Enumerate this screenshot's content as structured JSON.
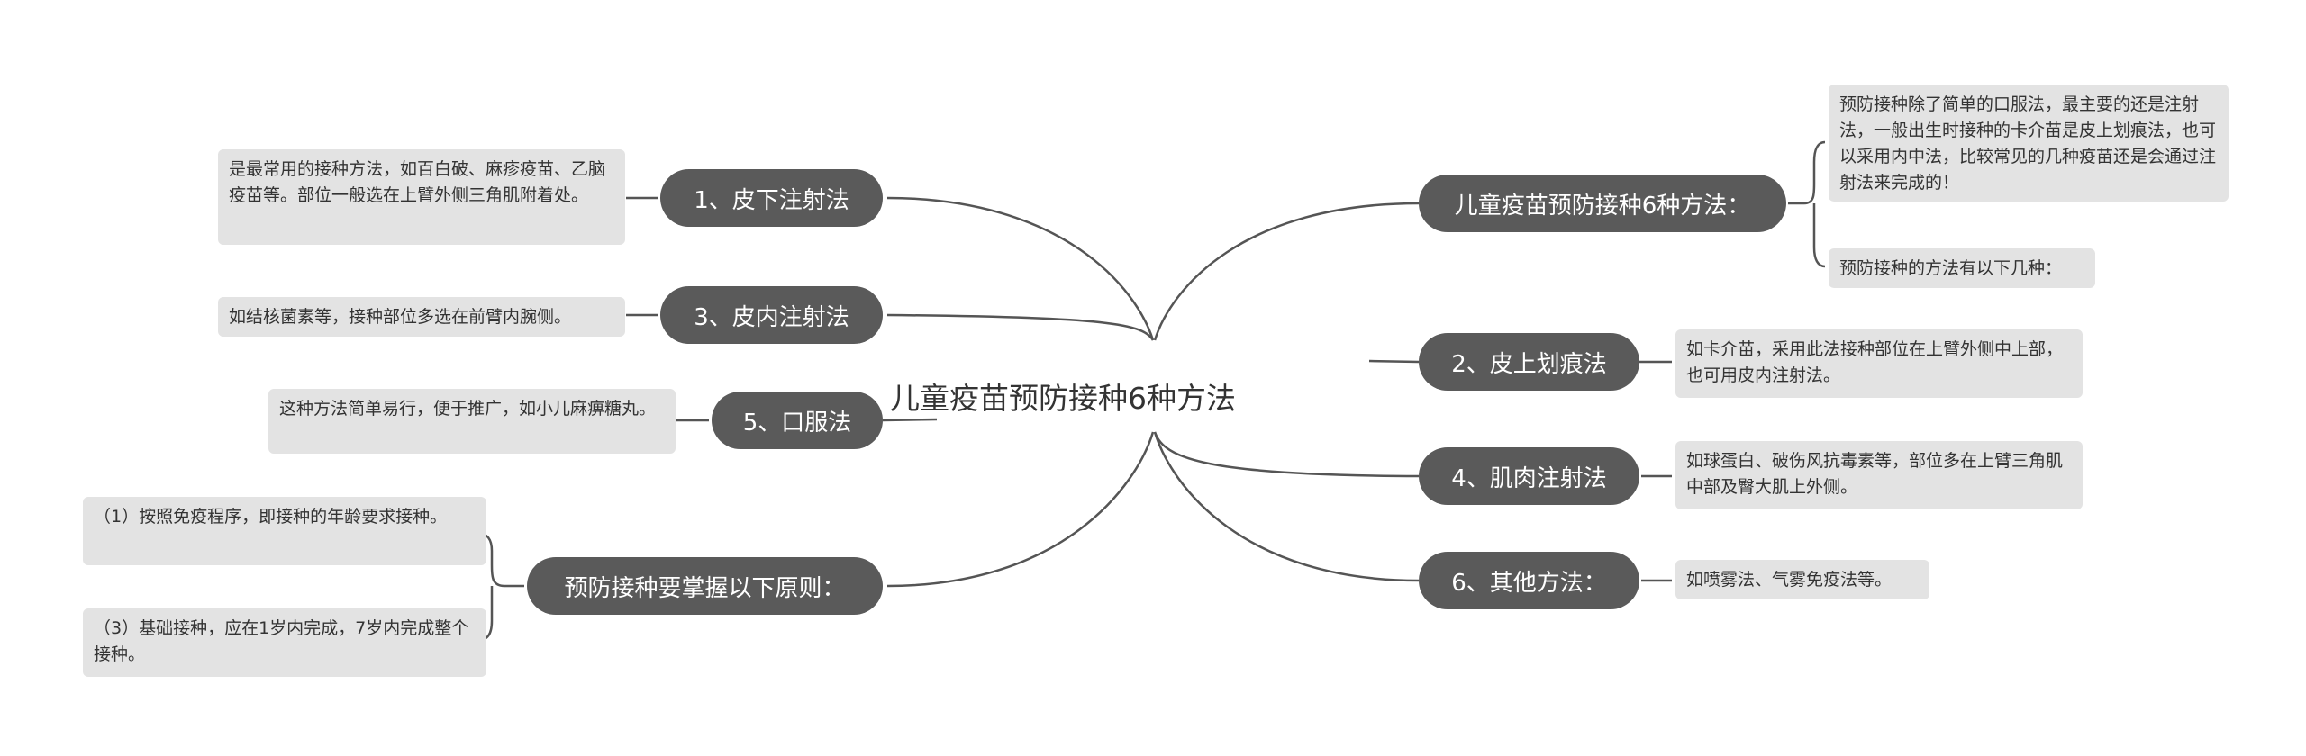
{
  "root": {
    "title": "儿童疫苗预防接种6种方法"
  },
  "left_topics": [
    {
      "label": "1、皮下注射法",
      "note": "是最常用的接种方法，如百白破、麻疹疫苗、乙脑疫苗等。部位一般选在上臂外侧三角肌附着处。"
    },
    {
      "label": "3、皮内注射法",
      "note": "如结核菌素等，接种部位多选在前臂内腕侧。"
    },
    {
      "label": "5、口服法",
      "note": "这种方法简单易行，便于推广，如小儿麻痹糖丸。"
    },
    {
      "label": "预防接种要掌握以下原则：",
      "notes": [
        "（1）按照免疫程序，即接种的年龄要求接种。",
        "（3）基础接种，应在1岁内完成，7岁内完成整个接种。"
      ]
    }
  ],
  "right_topics": [
    {
      "label": "儿童疫苗预防接种6种方法：",
      "notes": [
        "预防接种除了简单的口服法，最主要的还是注射法，一般出生时接种的卡介苗是皮上划痕法，也可以采用内中法，比较常见的几种疫苗还是会通过注射法来完成的！",
        "预防接种的方法有以下几种："
      ]
    },
    {
      "label": "2、皮上划痕法",
      "note": "如卡介苗，采用此法接种部位在上臂外侧中上部，也可用皮内注射法。"
    },
    {
      "label": "4、肌肉注射法",
      "note": "如球蛋白、破伤风抗毒素等，部位多在上臂三角肌中部及臀大肌上外侧。"
    },
    {
      "label": "6、其他方法：",
      "note": "如喷雾法、气雾免疫法等。"
    }
  ],
  "colors": {
    "topic_bg": "#5a5a5a",
    "topic_text": "#ffffff",
    "note_bg": "#e3e3e3",
    "line": "#555555",
    "text": "#333333"
  }
}
